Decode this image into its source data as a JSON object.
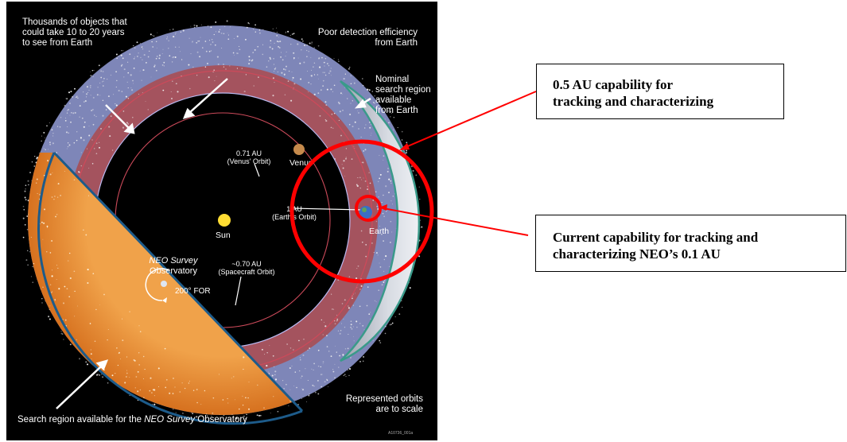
{
  "figure": {
    "labels": {
      "thousands_objects": [
        "Thousands of objects that",
        "could take 10 to 20 years",
        "to see from Earth"
      ],
      "poor_detection": [
        "Poor detection efficiency",
        "from Earth"
      ],
      "nominal_search": [
        "Nominal",
        "search region",
        "available",
        "from Earth"
      ],
      "venus_orbit_au": [
        "0.71 AU",
        "(Venus' Orbit)"
      ],
      "venus": "Venus",
      "sun": "Sun",
      "earth_orbit_au": [
        "1 AU",
        "(Earth's Orbit)"
      ],
      "earth": "Earth",
      "neo_survey_name": "NEO Survey",
      "neo_survey_observatory": "Observatory",
      "for_angle": "200° FOR",
      "spacecraft_orbit_au": [
        "~0.70 AU",
        "(Spacecraft Orbit)"
      ],
      "search_region_prefix": "Search region available for the ",
      "search_region_italic": "NEO Survey",
      "search_region_suffix": " Observatory",
      "represented_orbits": [
        "Represented orbits",
        "are to scale"
      ],
      "image_code": "A10736_001a"
    }
  },
  "callouts": {
    "half_au": [
      "0.5 AU capability for",
      "tracking and characterizing"
    ],
    "current": [
      "Current capability for tracking and",
      "characterizing NEO’s  0.1 AU"
    ]
  },
  "colors": {
    "background": "#000000",
    "outer_band": "#7e86b8",
    "inner_band": "#a4535e",
    "observatory_region": "#e8862f",
    "earth_region": "#c9cfd8",
    "teal_edge": "#3a9a8a",
    "highlight": "#ff0000"
  }
}
